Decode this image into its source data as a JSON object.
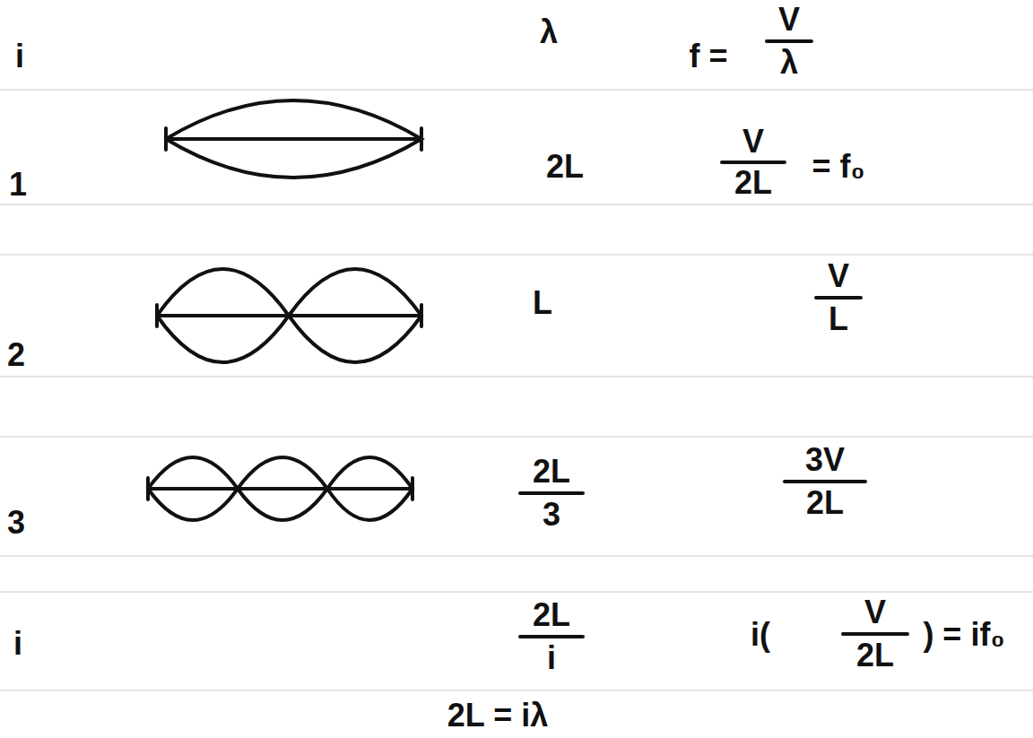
{
  "diagram": {
    "labels": [
      "i",
      "λ",
      "f =",
      "V",
      "λ",
      "1",
      "2L",
      "V",
      "2L",
      "= f₀",
      "2",
      "L",
      "V",
      "L",
      "3",
      "2L",
      "3",
      "3V",
      "2L",
      "i",
      "2L",
      "i",
      "i(",
      "V",
      "2L",
      ") = if₀",
      "2L = iλ"
    ]
  }
}
